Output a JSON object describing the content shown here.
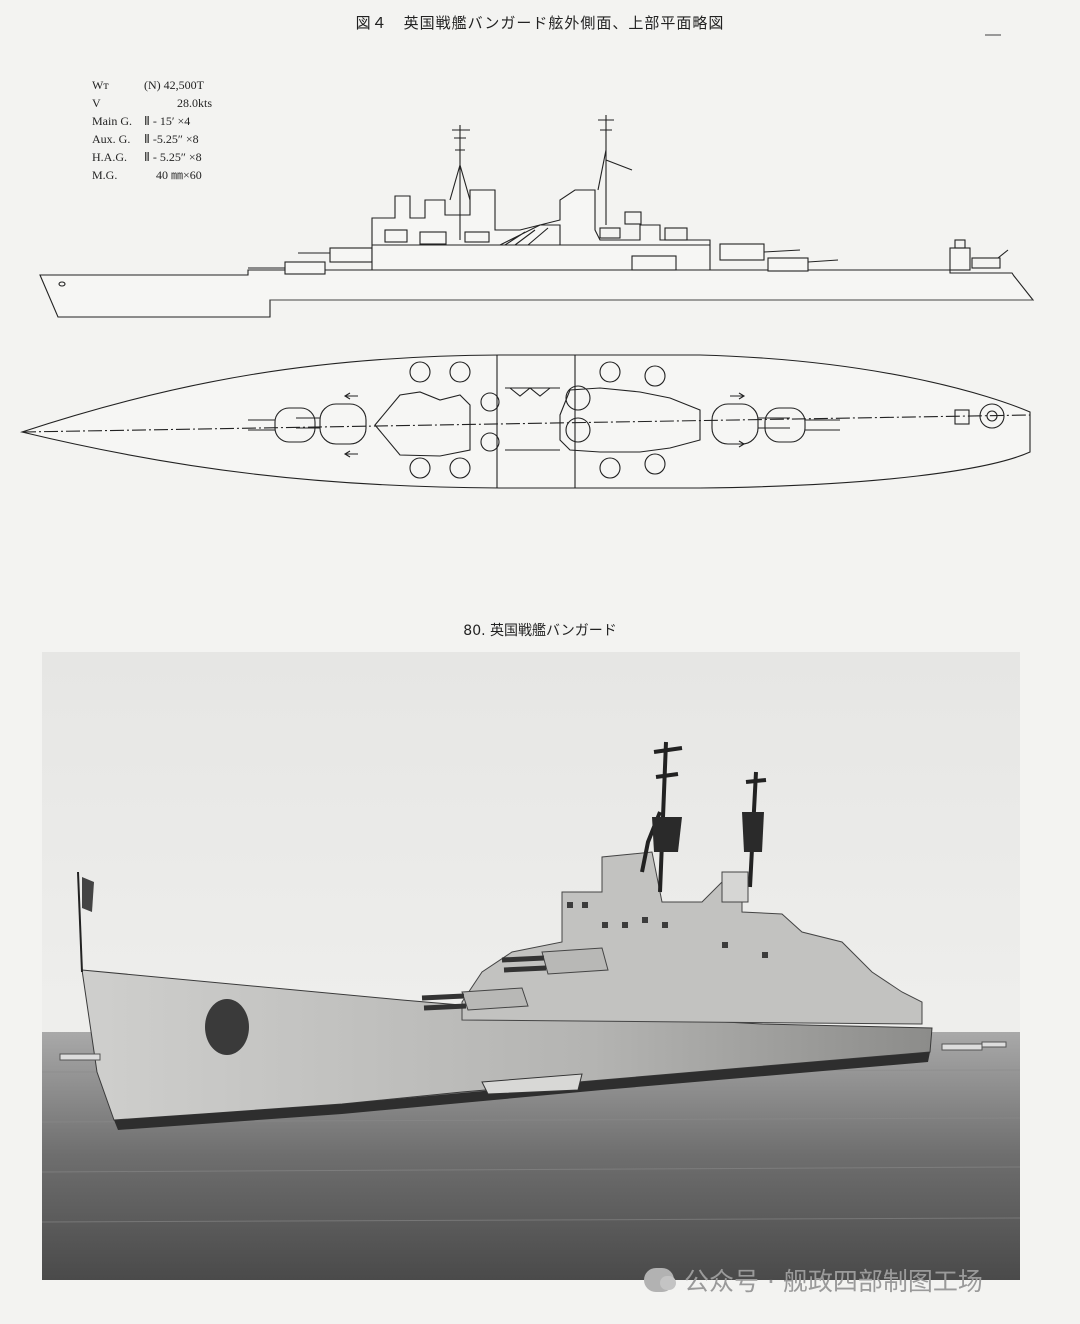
{
  "figure": {
    "title": "図４　英国戦艦バンガード舷外側面、上部平面略図"
  },
  "specs": [
    {
      "label": "Wт",
      "value": "(N) 42,500T"
    },
    {
      "label": "V",
      "value": "           28.0kts"
    },
    {
      "label": "Main G.",
      "value": "Ⅱ - 15′ ×4"
    },
    {
      "label": "Aux. G.",
      "value": "Ⅱ -5.25″ ×8"
    },
    {
      "label": "H.A.G.",
      "value": "Ⅱ - 5.25″ ×8"
    },
    {
      "label": "M.G.",
      "value": "    40 ㎜×60"
    }
  ],
  "photo": {
    "caption": "80. 英国戦艦バンガード"
  },
  "watermark": {
    "text": "公众号 · 舰政四部制图工场"
  }
}
